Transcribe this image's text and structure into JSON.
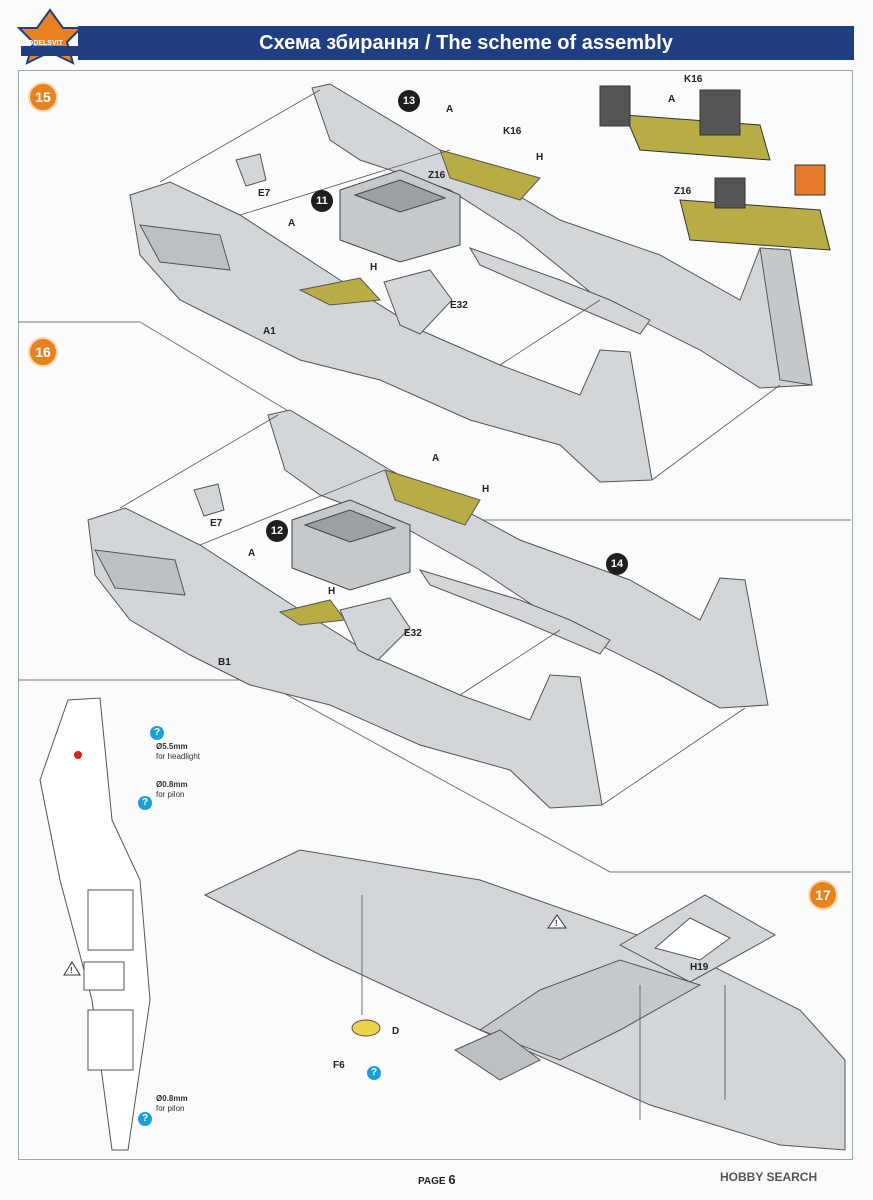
{
  "header": {
    "brand": "MODELSVIT",
    "title": "Схема збирання / The scheme of assembly"
  },
  "steps": {
    "s15": "15",
    "s16": "16",
    "s17": "17"
  },
  "callouts": {
    "c13": "13",
    "c11": "11",
    "c12": "12",
    "c14": "14"
  },
  "labels": {
    "k16_top": "K16",
    "a_top": "A",
    "h_top": "H",
    "z16_top": "Z16",
    "e7_a": "E7",
    "a_nose1": "A",
    "h_wing1": "H",
    "e32_a": "E32",
    "a1": "A1",
    "inset_k16": "K16",
    "inset_a": "A",
    "inset_z16": "Z16",
    "a_top2": "A",
    "h_top2": "H",
    "e7_b": "E7",
    "a_nose2": "A",
    "h_wing2": "H",
    "e32_b": "E32",
    "b1": "B1",
    "h19": "H19",
    "f6": "F6",
    "d": "D"
  },
  "notes": {
    "d55": "Ø5.5mm",
    "headlight": "for headlight",
    "d08a": "Ø0.8mm",
    "pylon_a": "for pilon",
    "d08b": "Ø0.8mm",
    "pylon_b": "for pilon",
    "warn_a": "!",
    "warn_b": "!"
  },
  "question": "?",
  "footer": {
    "page_label": "PAGE",
    "page_number": "6",
    "watermark": "HOBBY SEARCH"
  },
  "colors": {
    "primer_grey": "#d3d6d9",
    "olive": "#b8ad45",
    "title_blue": "#1f3f82",
    "step_orange": "#e8821e",
    "hint_blue": "#1aa0d8"
  }
}
